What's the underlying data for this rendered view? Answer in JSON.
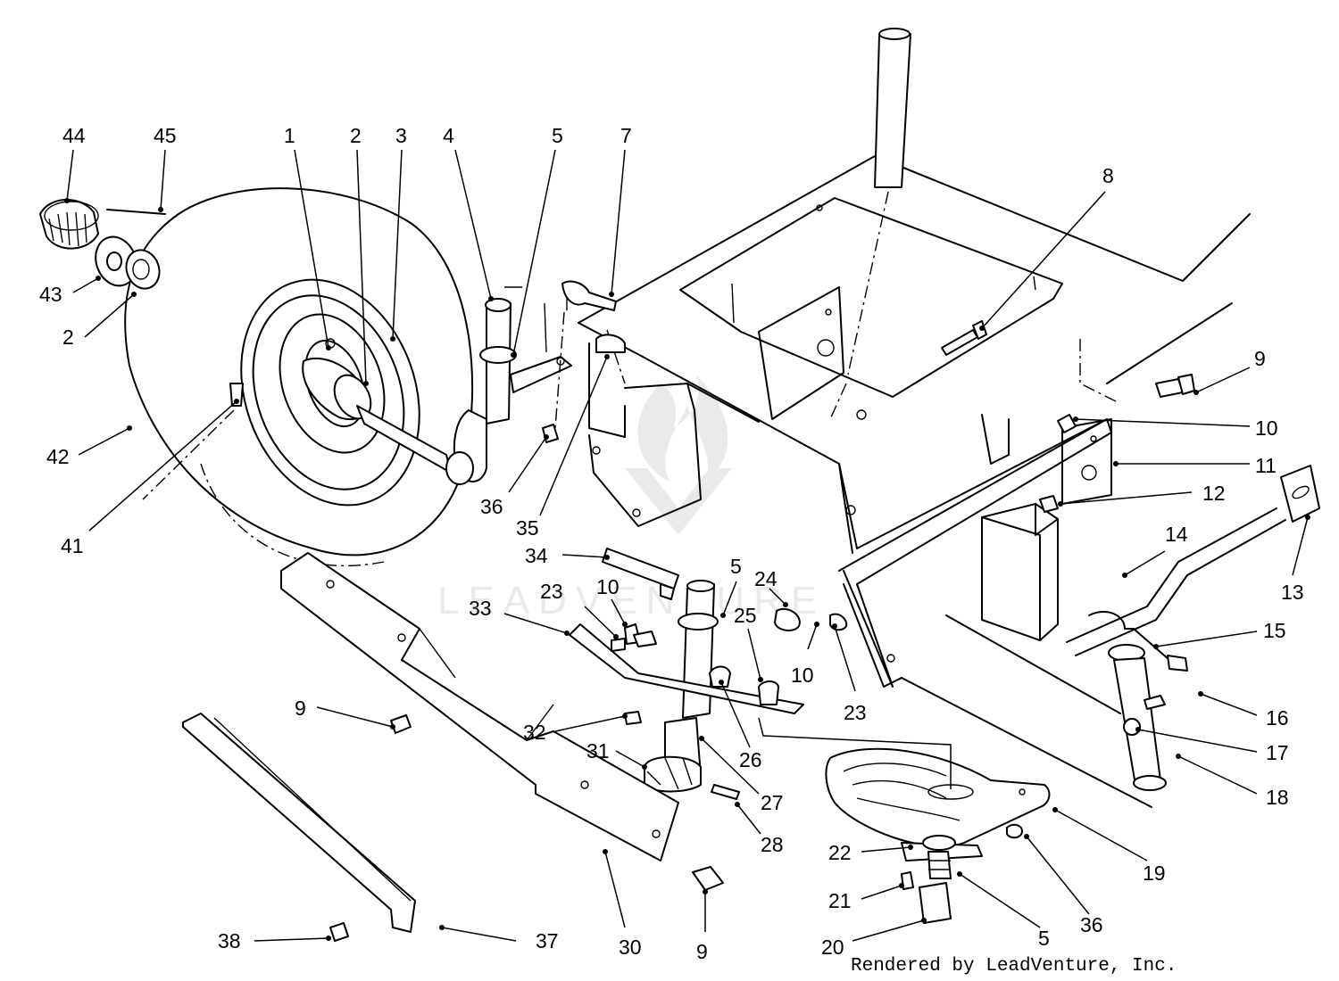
{
  "diagram": {
    "part_callouts": {
      "c1": "1",
      "c2a": "2",
      "c2b": "2",
      "c3": "3",
      "c4": "4",
      "c5a": "5",
      "c5b": "5",
      "c5c": "5",
      "c7": "7",
      "c8": "8",
      "c9a": "9",
      "c9b": "9",
      "c9c": "9",
      "c10a": "10",
      "c10b": "10",
      "c10c": "10",
      "c11": "11",
      "c12": "12",
      "c13": "13",
      "c14": "14",
      "c15": "15",
      "c16": "16",
      "c17": "17",
      "c18": "18",
      "c19": "19",
      "c20": "20",
      "c21": "21",
      "c22": "22",
      "c23a": "23",
      "c23b": "23",
      "c24": "24",
      "c25": "25",
      "c26": "26",
      "c27": "27",
      "c28": "28",
      "c30": "30",
      "c31": "31",
      "c32": "32",
      "c33": "33",
      "c34": "34",
      "c35": "35",
      "c36a": "36",
      "c36b": "36",
      "c37": "37",
      "c38": "38",
      "c41": "41",
      "c42": "42",
      "c43": "43",
      "c44": "44",
      "c45": "45"
    },
    "credit": "Rendered by LeadVenture, Inc.",
    "watermark": "LEADVENTURE"
  }
}
